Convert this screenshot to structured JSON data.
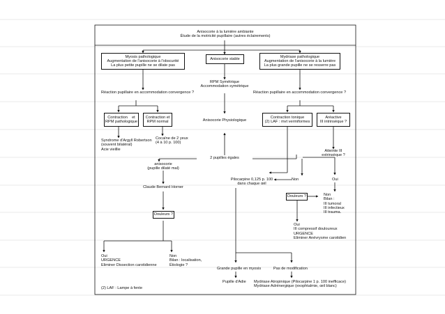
{
  "header": {
    "line1": "Anisocorie à la lumière ambiante",
    "line2": "Étude de la motricité pupillaire (autres éclairements)"
  },
  "boxes": {
    "myosis": [
      "Myosis pathologique",
      "Augmentation de l'anisocorie à l'obscurité",
      "La plus petite pupille ne se dilate pas"
    ],
    "stable": [
      "Anisocorie stable"
    ],
    "mydriase": [
      "Mydriase pathologique",
      "Augmentation de l'anisocorie à la lumière",
      "La plus grande pupille ne se resserre pas"
    ],
    "contraction_lente": [
      "Contraction    et",
      "RPM pathologique"
    ],
    "contraction_normale": [
      "Contraction et",
      "RPM normal"
    ],
    "contraction_tonique": [
      "Contraction tonique",
      "(2) LAF : mvt vermiformes"
    ],
    "areactive": [
      "Aréactive",
      "III intrinsèque ?"
    ],
    "douleurs_left": [
      "Douleurs ?"
    ],
    "douleurs_right": [
      "Douleurs ?"
    ]
  },
  "labels": {
    "rpm": [
      "RPM Symétrique",
      "Accommodation symétrique"
    ],
    "reaction_left": "Réaction pupillaire en accommodation convergence ?",
    "reaction_right": "Réaction pupillaire en accommodation convergence ?",
    "physio": "Anisocorie Physiologique",
    "argyll": [
      "Syndrome d'Argyll Robertson",
      "(souvent bilatéral)",
      "Acie vieillie"
    ],
    "cocaine": [
      "Cocaïne de 2 yeux",
      "(4 à 10 p. 100)"
    ],
    "atteinte": [
      "Atteinte III",
      "extrinsèque ?"
    ],
    "pupilles_egales": "2 pupilles égales",
    "anisocorie": [
      "anisocorie",
      "(pupille dilaté mal)"
    ],
    "pilocarpine": [
      "Pilocarpine 0,125 p. 100",
      "dans chaque œil"
    ],
    "non_mid": "Non",
    "oui_mid": "Oui",
    "claude": "Claude Bernard Horner",
    "non_right": [
      "Non",
      "Bilan :",
      "III tumoral",
      "III infectieux",
      "III trauma."
    ],
    "oui_right": [
      "Oui",
      "III compressif douloureux",
      "URGENCE",
      "Eliminer Anévrysme carotidien"
    ],
    "oui_left": [
      "Oui",
      "URGENCE",
      "Eliminer Dissection carotidienne"
    ],
    "non_left": [
      "Non",
      "Bilan : localisation,",
      "Étiologie ?"
    ],
    "grande_pupille": "Grande pupille en myosis",
    "pas_modif": "Pas de modification",
    "pupille_adie": "Pupille d'Adie",
    "mydriase_atro": [
      "Mydriase Atropinique (Pilocarpine 1 p. 100 inefficace)",
      "Mydriase Adrénergique (exophtalmie, œil blanc)"
    ],
    "laf": "(2) LAF : Lampe à fente"
  }
}
